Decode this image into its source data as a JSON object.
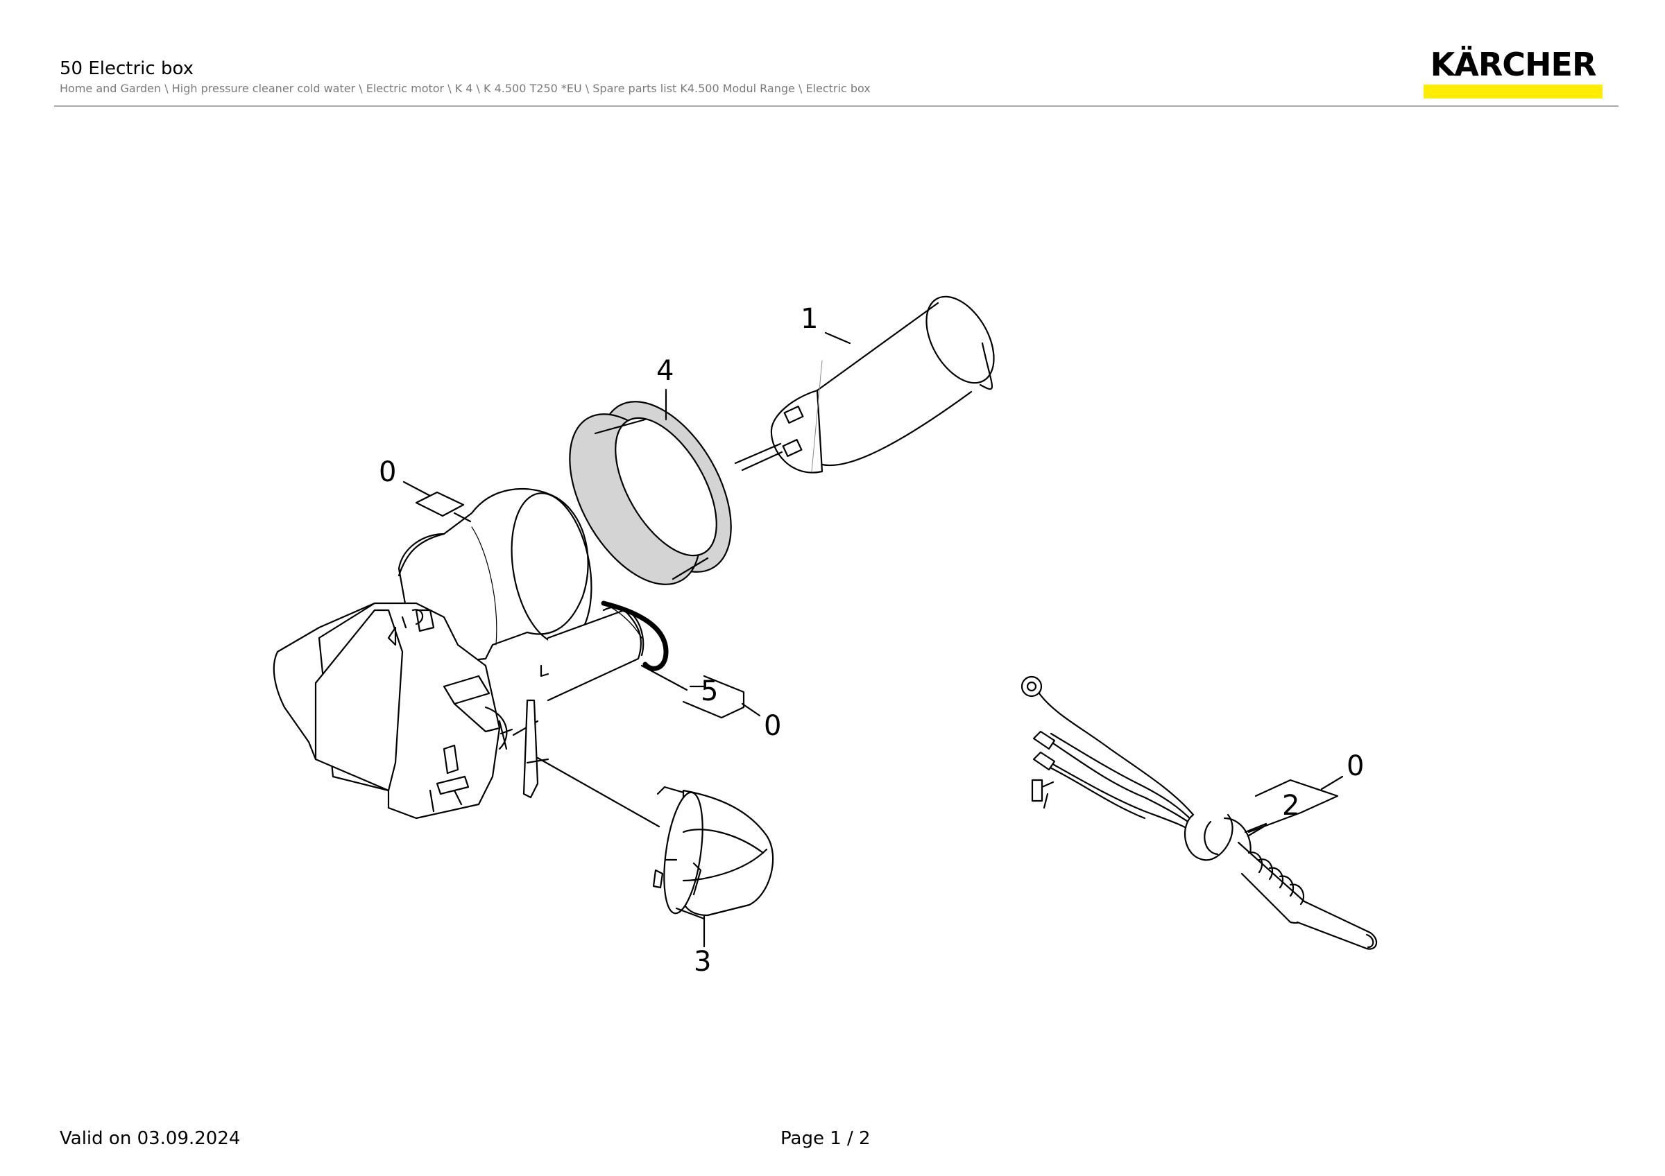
{
  "header": {
    "title": "50 Electric box",
    "breadcrumb": "Home and Garden \\ High pressure cleaner cold water \\ Electric motor \\ K 4 \\ K 4.500 T250 *EU \\ Spare parts list K4.500 Modul Range \\ Electric box",
    "brand": "KÄRCHER",
    "brand_color": "#ffed00"
  },
  "diagram": {
    "callouts": {
      "c1": "1",
      "c4": "4",
      "c0a": "0",
      "c5": "5",
      "c0b": "0",
      "c3": "3",
      "c2": "2",
      "c0c": "0"
    }
  },
  "footer": {
    "valid": "Valid on 03.09.2024",
    "page": "Page 1 / 2"
  }
}
